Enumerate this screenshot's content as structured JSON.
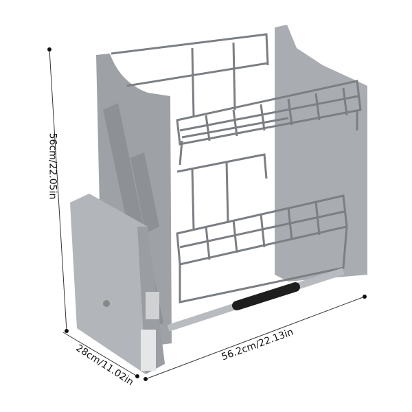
{
  "product": {
    "icon": "pull-down-wire-basket-rack",
    "colors": {
      "frame": "#a9acb0",
      "frame_dark": "#8d9095",
      "wire": "#7b7f84",
      "handle": "#1e1e1e"
    }
  },
  "dimensions": {
    "height": "56cm/22.05in",
    "depth": "28cm/11.02in",
    "width": "56.2cm/22.13in"
  }
}
